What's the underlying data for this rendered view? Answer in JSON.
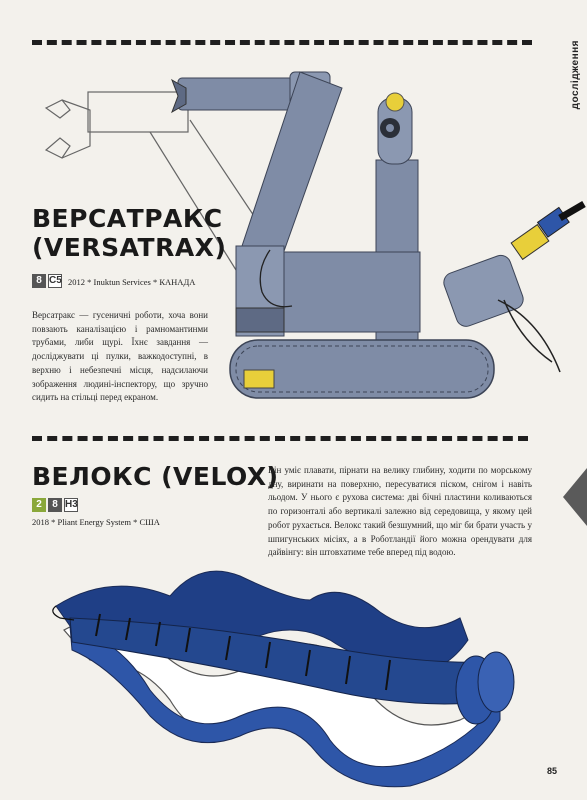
{
  "section_label": "дослідження",
  "page_number": "85",
  "robots": [
    {
      "title_line1": "ВЕРСАТРАКС",
      "title_line2": "(VERSATRAX)",
      "badges": [
        "8",
        "С5"
      ],
      "meta": "2012 * Inuktun Services * КАНАДА",
      "description": "Версатракс — гусеничні роботи, хоча вони повзають каналізацією і рамномантинми трубами, либи щурі. Їхнє завдання — досліджувати ці пулки, важкодоступні, в верхню і небезпечні місця, надсилаючи зображення людині-інспектору, що зручно сидить на стільці перед екраном."
    },
    {
      "title": "ВЕЛОКС (VELOX)",
      "badges": [
        "2",
        "8",
        "Н3"
      ],
      "meta": "2018 * Pliant Energy System * США",
      "description": "Він уміє плавати, пірнати на велику глибину, ходити по морському дну, виринати на поверхню, пересуватися піском, снігом і навіть льодом. У нього є рухова система: дві бічні пластини коливаються по горизонталі або вертикалі залежно від середовища, у якому цей робот рухається. Велокс такий безшумний, що міг би брати участь у шпигунських місіях, а в Роботландії його можна орендувати для дайвінгу: він штовхатиме тебе вперед під водою."
    }
  ],
  "colors": {
    "robot_body": "#7f8ca6",
    "robot_dark": "#3c4456",
    "velox_blue": "#1f3f86",
    "velox_mid": "#2e56a8",
    "accent_yellow": "#e8cf3a",
    "badge_green": "#8aa83a"
  }
}
